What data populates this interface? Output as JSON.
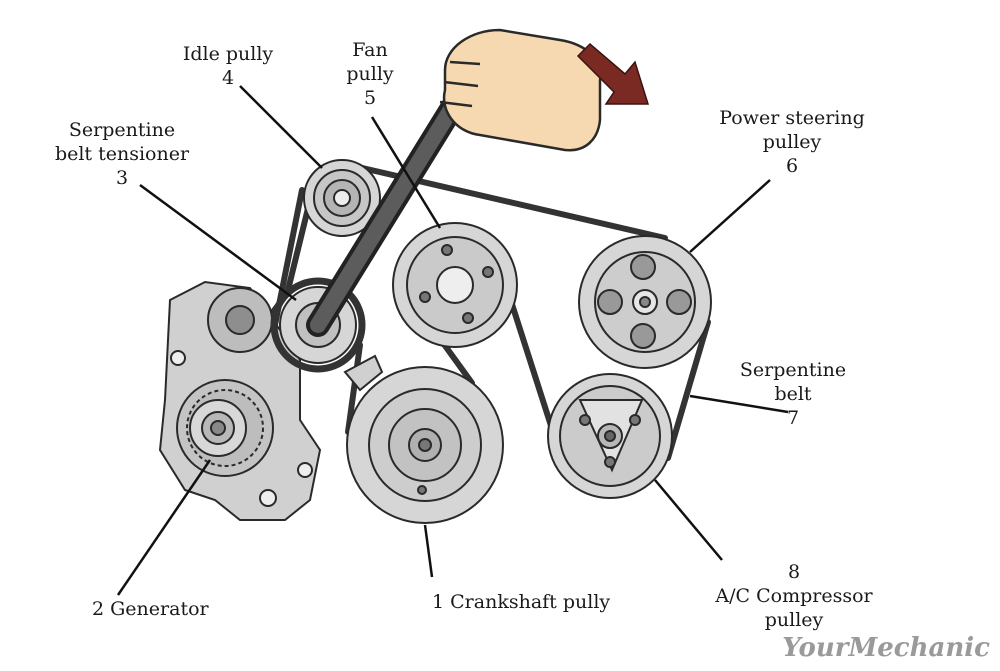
{
  "labels": {
    "idle": {
      "name": "Idle pully",
      "num": "4"
    },
    "fan": {
      "line1": "Fan",
      "line2": "pully",
      "num": "5"
    },
    "tensioner": {
      "line1": "Serpentine",
      "line2": "belt tensioner",
      "num": "3"
    },
    "power_steering": {
      "line1": "Power steering",
      "line2": "pulley",
      "num": "6"
    },
    "belt": {
      "line1": "Serpentine",
      "line2": "belt",
      "num": "7"
    },
    "generator": {
      "text": "2 Generator"
    },
    "crankshaft": {
      "text": "1 Crankshaft pully"
    },
    "ac": {
      "num": "8",
      "line1": "A/C Compressor",
      "line2": "pulley"
    }
  },
  "watermark": "YourMechanic",
  "colors": {
    "belt": "#3a3a3a",
    "pulley_fill": "#d4d4d4",
    "pulley_stroke": "#2a2a2a",
    "arrow": "#7a2a22",
    "hand": "#f6d9b0"
  },
  "icons": {
    "arrow": "arrow-down-right-icon",
    "hand": "hand-icon"
  }
}
